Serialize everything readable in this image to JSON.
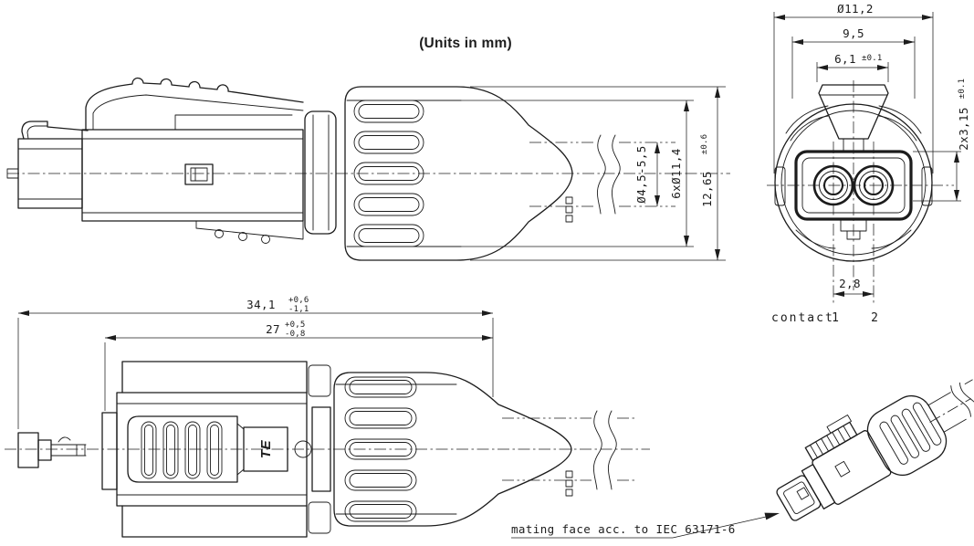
{
  "title": "(Units in mm)",
  "dimensions": {
    "front": {
      "outer_dia": "Ø11,2",
      "width": "9,5",
      "insert_width": "6,1",
      "insert_width_tol": "±0.1",
      "contact_depth": "2x3,15",
      "contact_depth_tol": "±0.1",
      "contact_pitch": "2,8"
    },
    "side": {
      "cable_dia": "Ø4,5-5,5",
      "boot_dia": "6xØ11,4",
      "height": "12,65",
      "height_tol": "±0.6"
    },
    "top": {
      "overall_len": "34,1",
      "overall_len_plus": "+0,6",
      "overall_len_minus": "-1,1",
      "body_len": "27",
      "body_len_plus": "+0,5",
      "body_len_minus": "-0,8"
    }
  },
  "labels": {
    "contact": "contact",
    "contact1": "1",
    "contact2": "2",
    "mating_face": "mating face acc. to IEC 63171-6",
    "logo": "TE"
  },
  "colors": {
    "line": "#1c1c1c",
    "background": "#ffffff"
  }
}
